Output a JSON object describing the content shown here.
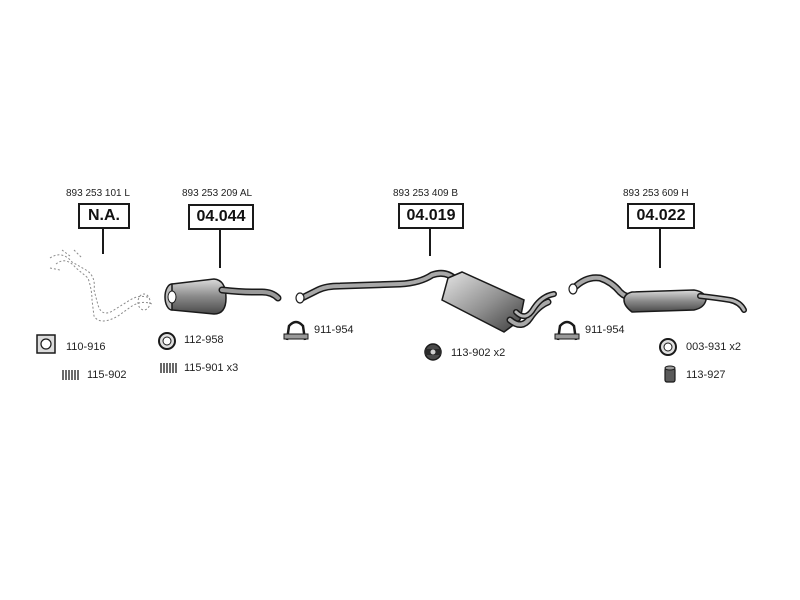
{
  "sections": [
    {
      "oe_number": "893 253 101 L",
      "part_code": "N.A."
    },
    {
      "oe_number": "893 253 209 AL",
      "part_code": "04.044"
    },
    {
      "oe_number": "893 253 409 B",
      "part_code": "04.019"
    },
    {
      "oe_number": "893 253 609 H",
      "part_code": "04.022"
    }
  ],
  "accessories": [
    {
      "code": "110-916",
      "icon": "flange-gasket-icon"
    },
    {
      "code": "115-902",
      "icon": "spring-icon"
    },
    {
      "code": "112-958",
      "icon": "ring-gasket-icon"
    },
    {
      "code": "115-901 x3",
      "icon": "spring-icon"
    },
    {
      "code": "911-954",
      "icon": "clamp-icon"
    },
    {
      "code": "113-902 x2",
      "icon": "rubber-mount-icon"
    },
    {
      "code": "911-954",
      "icon": "clamp-icon"
    },
    {
      "code": "003-931 x2",
      "icon": "ring-gasket-icon"
    },
    {
      "code": "113-927",
      "icon": "rubber-buffer-icon"
    }
  ],
  "colors": {
    "line": "#1a1a1a",
    "part_fill": "#9a9a9a",
    "part_dark": "#555555"
  }
}
